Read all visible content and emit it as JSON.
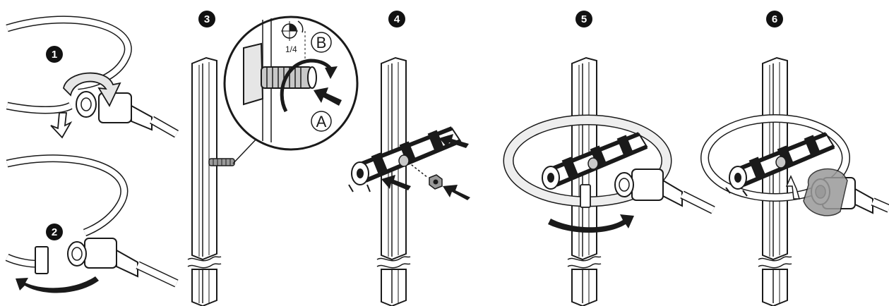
{
  "steps": [
    {
      "number": "1"
    },
    {
      "number": "2"
    },
    {
      "number": "3"
    },
    {
      "number": "4"
    },
    {
      "number": "5"
    },
    {
      "number": "6"
    }
  ],
  "detail": {
    "fraction": "1/4",
    "label_a": "A",
    "label_b": "B"
  },
  "colors": {
    "line": "#1a1a1a",
    "badge": "#111111",
    "tape_fill": "#e6e6e6",
    "tape_shade": "#9a9a9a",
    "arrow_fill": "#ffffff"
  }
}
